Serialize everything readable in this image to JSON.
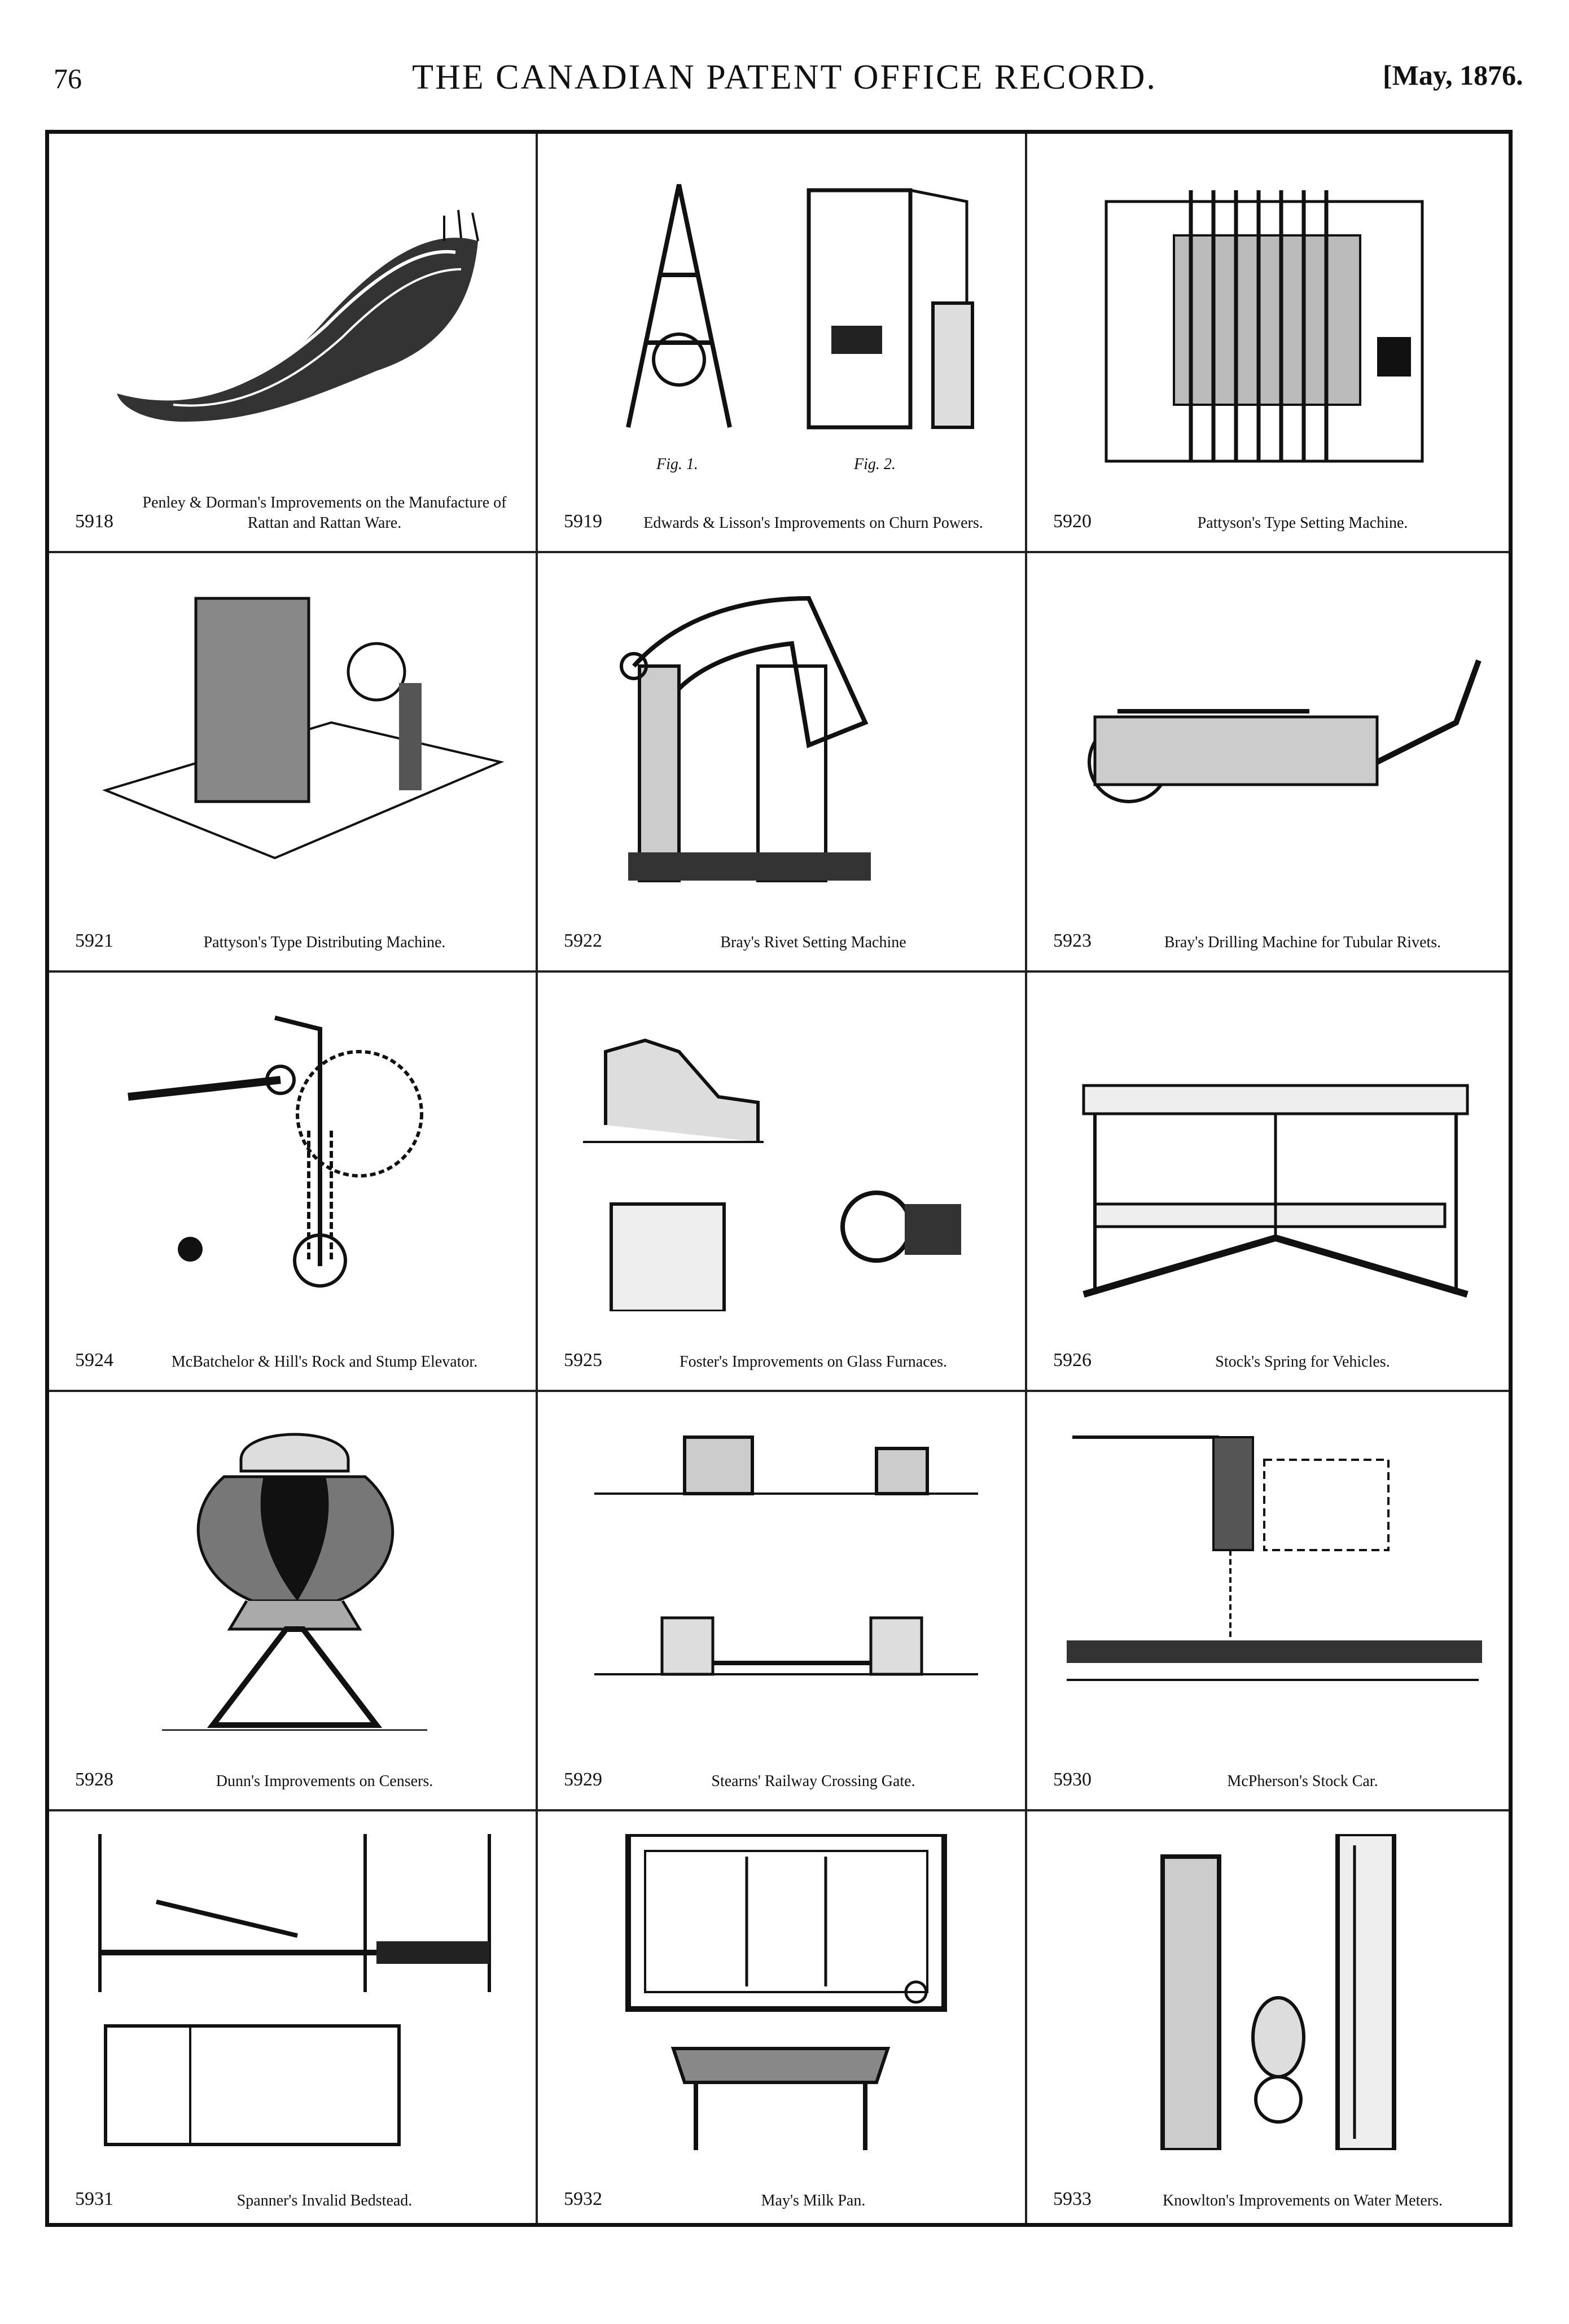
{
  "header": {
    "page_number": "76",
    "title": "THE CANADIAN PATENT OFFICE RECORD.",
    "date": "[May, 1876."
  },
  "cells": [
    {
      "number": "5918",
      "caption": "Penley & Dorman's Improvements on the Manufacture of Rattan and Rattan Ware."
    },
    {
      "number": "5919",
      "caption": "Edwards & Lisson's Improvements on Churn Powers."
    },
    {
      "number": "5920",
      "caption": "Pattyson's Type Setting Machine."
    },
    {
      "number": "5921",
      "caption": "Pattyson's Type Distributing Machine."
    },
    {
      "number": "5922",
      "caption": "Bray's Rivet Setting Machine"
    },
    {
      "number": "5923",
      "caption": "Bray's Drilling Machine for Tubular Rivets."
    },
    {
      "number": "5924",
      "caption": "McBatchelor & Hill's Rock and Stump Elevator."
    },
    {
      "number": "5925",
      "caption": "Foster's Improvements on Glass Furnaces."
    },
    {
      "number": "5926",
      "caption": "Stock's Spring for Vehicles."
    },
    {
      "number": "5928",
      "caption": "Dunn's Improvements on Censers."
    },
    {
      "number": "5929",
      "caption": "Stearns' Railway Crossing Gate."
    },
    {
      "number": "5930",
      "caption": "McPherson's Stock Car."
    },
    {
      "number": "5931",
      "caption": "Spanner's Invalid Bedstead."
    },
    {
      "number": "5932",
      "caption": "May's Milk Pan."
    },
    {
      "number": "5933",
      "caption": "Knowlton's Improvements on Water Meters."
    }
  ],
  "figure_labels": {
    "fig1": "Fig. 1.",
    "fig2": "Fig. 2."
  }
}
